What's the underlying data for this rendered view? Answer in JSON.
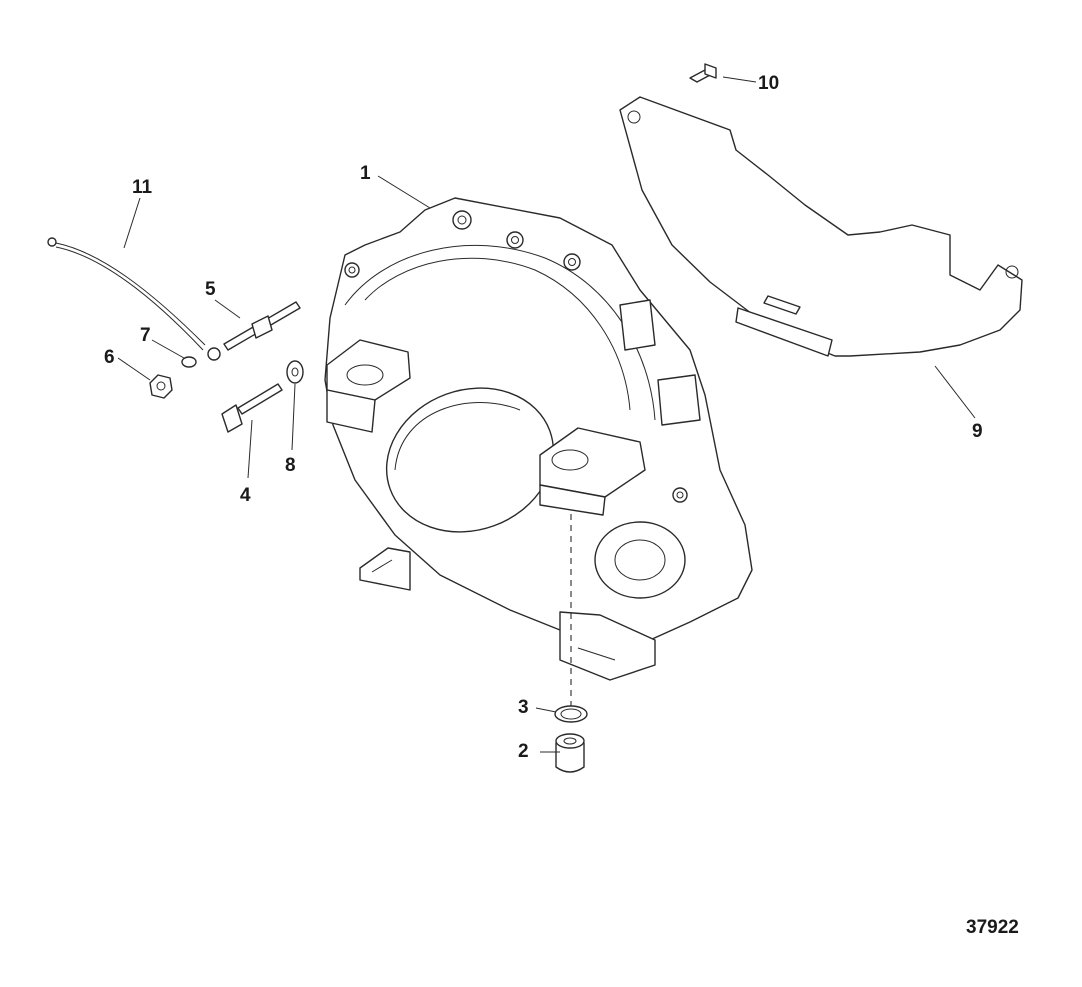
{
  "diagram": {
    "figure_id": "37922",
    "callouts": [
      {
        "id": "c1",
        "label": "1"
      },
      {
        "id": "c2",
        "label": "2"
      },
      {
        "id": "c3",
        "label": "3"
      },
      {
        "id": "c4",
        "label": "4"
      },
      {
        "id": "c5",
        "label": "5"
      },
      {
        "id": "c6",
        "label": "6"
      },
      {
        "id": "c7",
        "label": "7"
      },
      {
        "id": "c8",
        "label": "8"
      },
      {
        "id": "c9",
        "label": "9"
      },
      {
        "id": "c10",
        "label": "10"
      },
      {
        "id": "c11",
        "label": "11"
      }
    ]
  }
}
